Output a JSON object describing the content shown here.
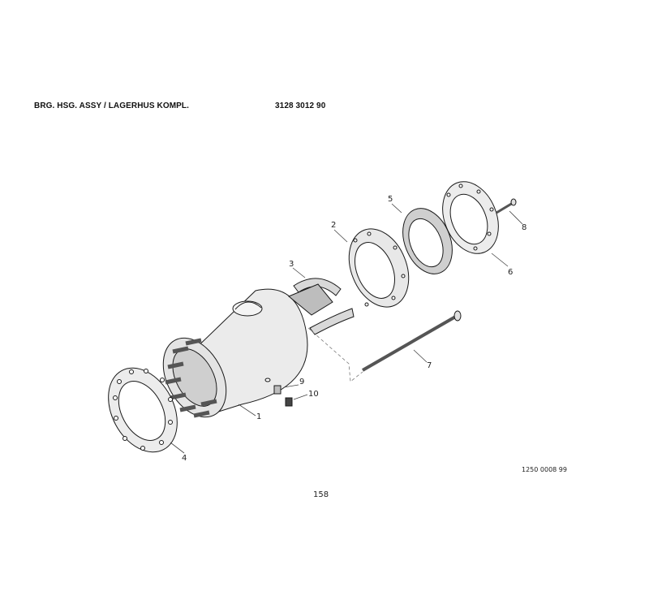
{
  "header": {
    "title": "BRG. HSG. ASSY / LAGERHUS KOMPL.",
    "part_number": "3128 3012 90"
  },
  "callouts": [
    "1",
    "2",
    "3",
    "4",
    "5",
    "6",
    "7",
    "8",
    "9",
    "10"
  ],
  "footer": {
    "drawing_number": "1250 0008 99",
    "page_number": "158"
  },
  "colors": {
    "part_fill": "#ededed",
    "shade": "#bdbdbd",
    "line": "#1a1a1a",
    "leader": "#444444"
  }
}
